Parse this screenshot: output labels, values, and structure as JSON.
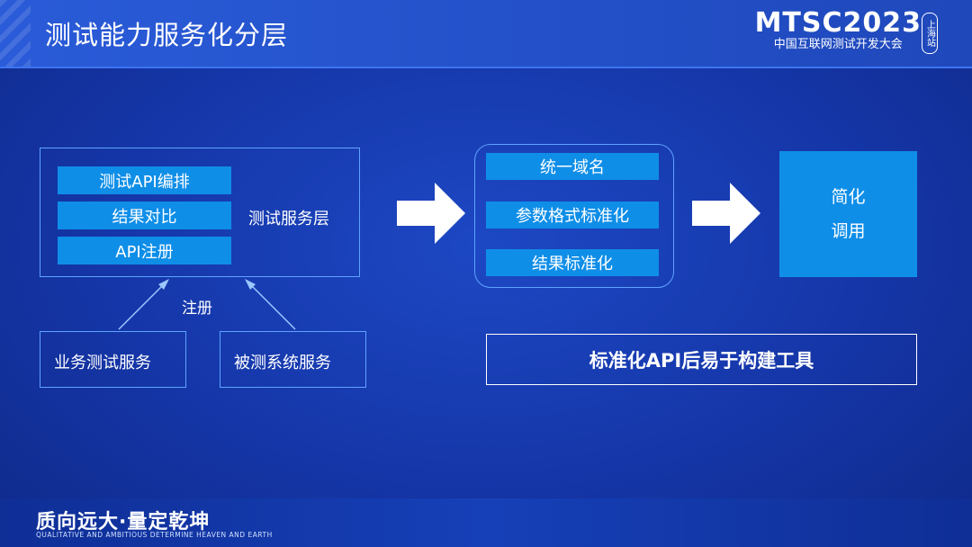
{
  "header": {
    "title": "测试能力服务化分层",
    "logo_main": "MTSC2023",
    "logo_sub": "中国互联网测试开发大会",
    "logo_tag": "上海站"
  },
  "service_layer": {
    "items": [
      "测试API编排",
      "结果对比",
      "API注册"
    ],
    "label": "测试服务层",
    "register_label": "注册",
    "sources": [
      "业务测试服务",
      "被测系统服务"
    ]
  },
  "standardization": {
    "items": [
      "统一域名",
      "参数格式标准化",
      "结果标准化"
    ]
  },
  "result": {
    "line1": "简化",
    "line2": "调用"
  },
  "conclusion": "标准化API后易于构建工具",
  "footer": {
    "slogan": "质向远大·量定乾坤",
    "slogan_en": "QUALITATIVE AND AMBITIOUS DETERMINE HEAVEN AND EARTH"
  },
  "colors": {
    "accent": "#0f8ee8",
    "border": "#5fa3ff",
    "background": "#1536a8"
  }
}
